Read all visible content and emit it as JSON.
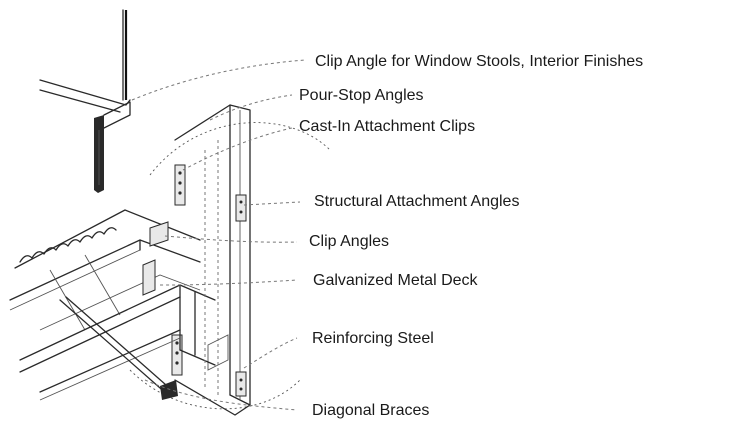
{
  "labels": [
    {
      "id": "clip-angle-window-stools",
      "text": "Clip Angle for Window Stools, Interior Finishes"
    },
    {
      "id": "pour-stop-angles",
      "text": "Pour-Stop Angles"
    },
    {
      "id": "cast-in-attachment-clips",
      "text": "Cast-In Attachment Clips"
    },
    {
      "id": "structural-attachment-angles",
      "text": "Structural Attachment Angles"
    },
    {
      "id": "clip-angles",
      "text": "Clip Angles"
    },
    {
      "id": "galvanized-metal-deck",
      "text": "Galvanized Metal Deck"
    },
    {
      "id": "reinforcing-steel",
      "text": "Reinforcing Steel"
    },
    {
      "id": "diagonal-braces",
      "text": "Diagonal Braces"
    }
  ]
}
